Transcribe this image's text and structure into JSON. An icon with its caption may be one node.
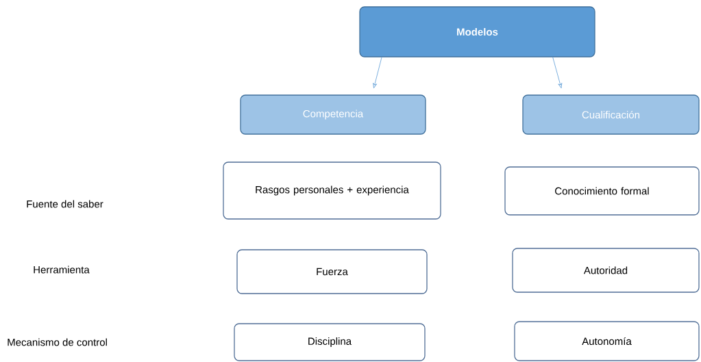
{
  "diagram": {
    "nodes": [
      {
        "text": [
          "Modelos"
        ]
      },
      {
        "text": [
          "Competencia"
        ]
      },
      {
        "text": [
          "Cualificación"
        ]
      },
      {
        "text": [
          "Rasgos personales + experiencia"
        ]
      },
      {
        "text": [
          "Conocimiento formal"
        ]
      },
      {
        "text": [
          "Fuerza"
        ]
      },
      {
        "text": [
          "Autoridad"
        ]
      },
      {
        "text": [
          "Disciplina"
        ]
      },
      {
        "text": [
          "Autonomía"
        ]
      }
    ],
    "edges": [
      {
        "from": 0,
        "to": 1,
        "arrow": "to"
      },
      {
        "from": 0,
        "to": 2,
        "arrow": "to"
      }
    ],
    "labels": [
      "Fuente del saber",
      "Herramienta",
      "Mecanismo de control"
    ]
  }
}
